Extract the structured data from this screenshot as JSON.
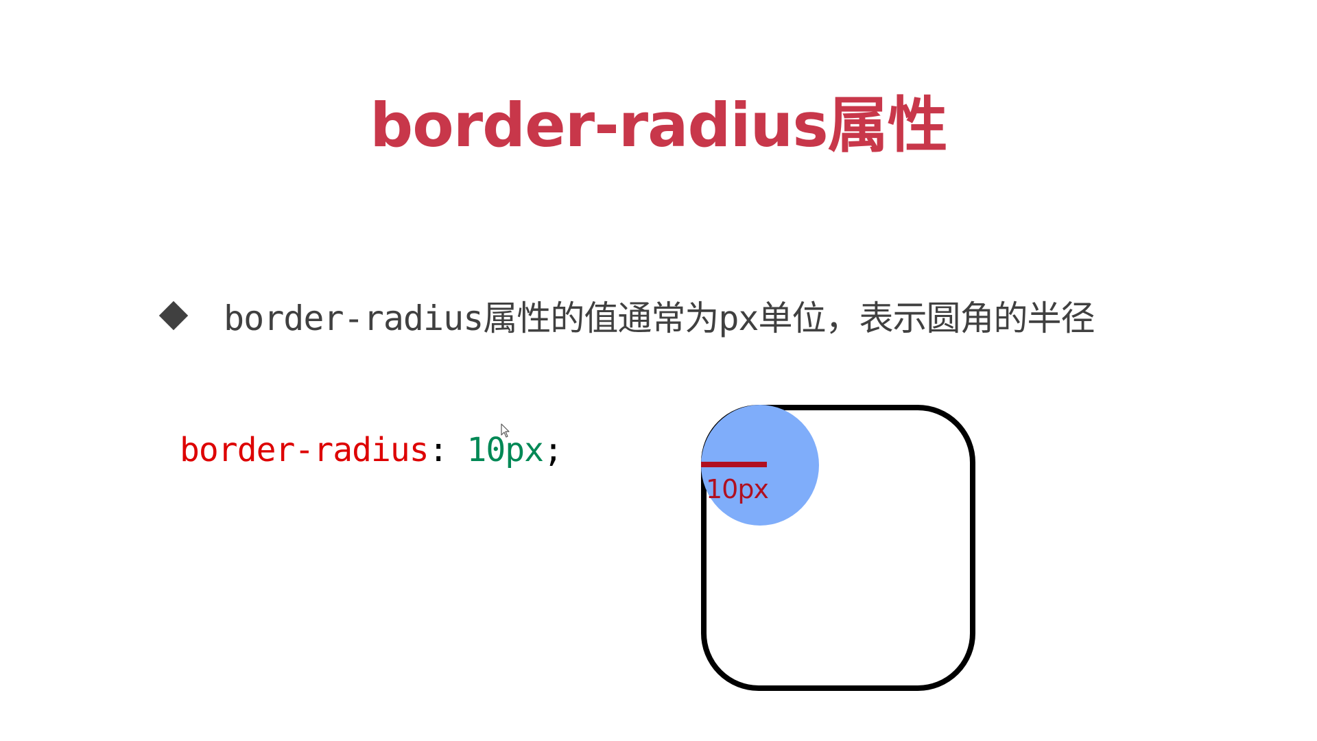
{
  "slide": {
    "title": "border-radius属性",
    "bullet": {
      "icon": "diamond-bullet-icon",
      "text": "border-radius属性的值通常为px单位，表示圆角的半径"
    },
    "code": {
      "property": "border-radius",
      "colon": ": ",
      "value": "10px",
      "semicolon": ";"
    },
    "demo": {
      "radius_label": "10px"
    }
  },
  "colors": {
    "title": "#c8374a",
    "bullet_icon": "#404040",
    "bullet_text": "#404040",
    "code_property": "#dd0000",
    "code_punctuation": "#000000",
    "code_value": "#008855",
    "box_border": "#000000",
    "circle_fill": "#7fadfa",
    "radius_line": "#b01020",
    "radius_label": "#b01020"
  },
  "cursor": {
    "icon": "mouse-cursor-icon"
  }
}
